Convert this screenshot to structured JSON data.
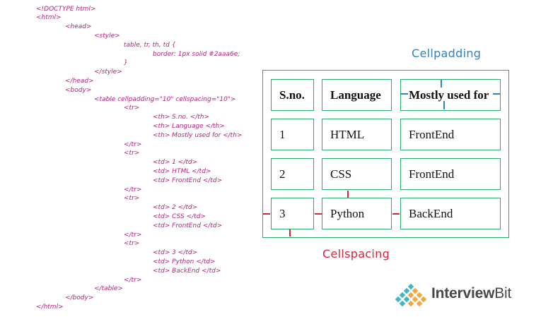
{
  "code_lines": [
    "<!DOCTYPE html>",
    "<html>",
    "<head>",
    "<style>",
    "table, tr, th, td {",
    "border: 1px solid #2aaa6e;",
    "}",
    "</style>",
    "</head>",
    "<body>",
    "<table cellpadding=\"10\" cellspacing=\"10\">",
    "<tr>",
    "<th> S.no. </th>",
    "<th> Language </th>",
    "<th> Mostly used for </th>",
    "</tr>",
    "<tr>",
    "<td> 1 </td>",
    "<td> HTML </td>",
    "<td> FrontEnd </td>",
    "</tr>",
    "<tr>",
    "<td> 2 </td>",
    "<td> CSS </td>",
    "<td> FrontEnd </td>",
    "</tr>",
    "<tr>",
    "<td> 3 </td>",
    "<td> Python </td>",
    "<td> BackEnd </td>",
    "</tr>",
    "</table>",
    "</body>",
    "</html>"
  ],
  "annotations": {
    "cellpadding_label": "Cellpadding",
    "cellspacing_label": "Cellspacing"
  },
  "table": {
    "headers": [
      "S.no.",
      "Language",
      "Mostly used for"
    ],
    "rows": [
      [
        "1",
        "HTML",
        "FrontEnd"
      ],
      [
        "2",
        "CSS",
        "FrontEnd"
      ],
      [
        "3",
        "Python",
        "BackEnd"
      ]
    ]
  },
  "logo": {
    "name_part1": "Interview",
    "name_part2": "Bit"
  },
  "colors": {
    "code_text": "#b3247e",
    "table_border": "#2aaa6e",
    "padding_accent": "#2a84c7",
    "spacing_accent": "#d9253b",
    "logo_text": "#46484c"
  }
}
